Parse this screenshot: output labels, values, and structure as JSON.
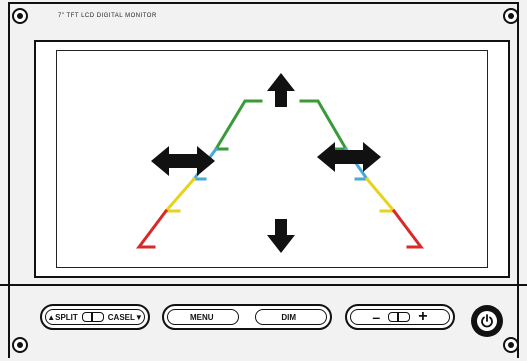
{
  "monitor": {
    "model_label": "7\" TFT LCD DIGITAL MONITOR"
  },
  "controls": {
    "split_label": "▲SPLIT",
    "casel_label": "CASEL▼",
    "menu_label": "MENU",
    "dim_label": "DIM",
    "minus_label": "–",
    "plus_label": "+"
  },
  "icons": {
    "arrow_up": "arrow-up-icon",
    "arrow_down": "arrow-down-icon",
    "arrow_left_right": "arrow-left-right-icon",
    "power": "power-icon"
  },
  "guide_colors": {
    "green": "#3a9a3a",
    "blue": "#4aa8d8",
    "yellow": "#e8d21a",
    "red": "#d82a2a",
    "arrow": "#111111"
  }
}
